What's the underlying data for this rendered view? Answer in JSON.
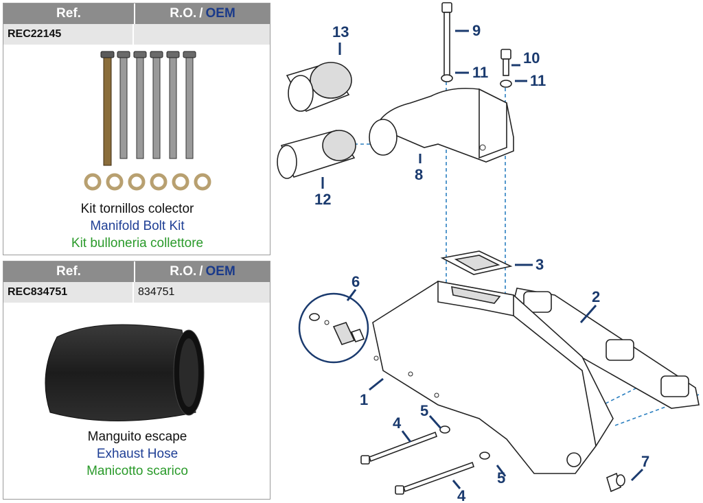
{
  "cards": [
    {
      "header": {
        "ref_label": "Ref.",
        "ro_label": "R.O.",
        "slash": "/",
        "oem_label": "OEM"
      },
      "ref_value": "REC22145",
      "oem_value": "",
      "image": "bolt-kit-photo",
      "desc": {
        "es": "Kit tornillos colector",
        "en": "Manifold Bolt Kit",
        "it": "Kit bulloneria collettore"
      }
    },
    {
      "header": {
        "ref_label": "Ref.",
        "ro_label": "R.O.",
        "slash": "/",
        "oem_label": "OEM"
      },
      "ref_value": "REC834751",
      "oem_value": "834751",
      "image": "exhaust-hose-photo",
      "desc": {
        "es": "Manguito escape",
        "en": "Exhaust Hose",
        "it": "Manicotto scarico"
      }
    }
  ],
  "diagram": {
    "callouts": [
      "1",
      "2",
      "3",
      "4",
      "4",
      "5",
      "5",
      "6",
      "7",
      "8",
      "9",
      "10",
      "11",
      "11",
      "12",
      "13"
    ]
  },
  "colors": {
    "header_bg": "#8c8c8c",
    "row_bg": "#e6e6e6",
    "oem_blue": "#1a3a8a",
    "english_blue": "#1f3f95",
    "italian_green": "#2a9a2a",
    "callout_navy": "#1a3a6e",
    "leader_dash_blue": "#2a7fc0"
  }
}
